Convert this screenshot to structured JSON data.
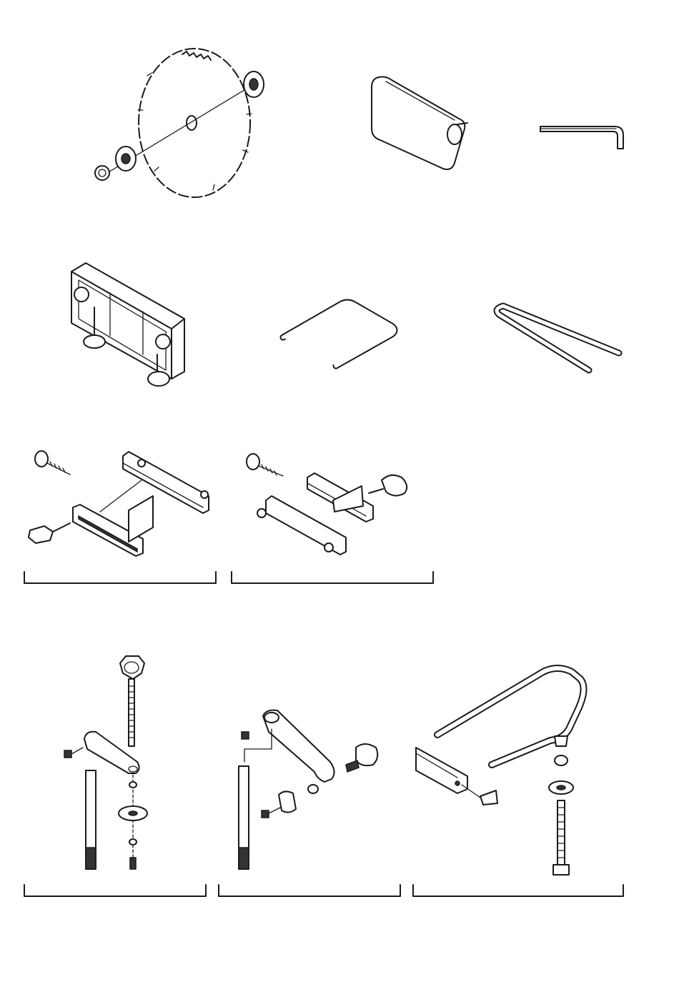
{
  "figure": {
    "parts": [
      {
        "id": "saw-blade-assembly",
        "icon": "saw-blade-icon"
      },
      {
        "id": "blade-guard",
        "icon": "blade-guard-icon"
      },
      {
        "id": "hex-wrench",
        "icon": "hex-wrench-icon"
      },
      {
        "id": "fence-block",
        "icon": "fence-block-icon"
      },
      {
        "id": "u-rod-short",
        "icon": "u-rod-icon"
      },
      {
        "id": "u-rod-long",
        "icon": "u-rod-icon"
      },
      {
        "id": "miter-gauge-kit-a",
        "icon": "miter-gauge-icon"
      },
      {
        "id": "miter-gauge-kit-b",
        "icon": "miter-gauge-icon"
      },
      {
        "id": "hold-down-clamp-a",
        "icon": "clamp-icon"
      },
      {
        "id": "hold-down-clamp-b",
        "icon": "clamp-icon"
      },
      {
        "id": "support-frame",
        "icon": "frame-icon"
      }
    ],
    "colors": {
      "line": "#1a1a1a",
      "paper": "#ffffff"
    }
  }
}
